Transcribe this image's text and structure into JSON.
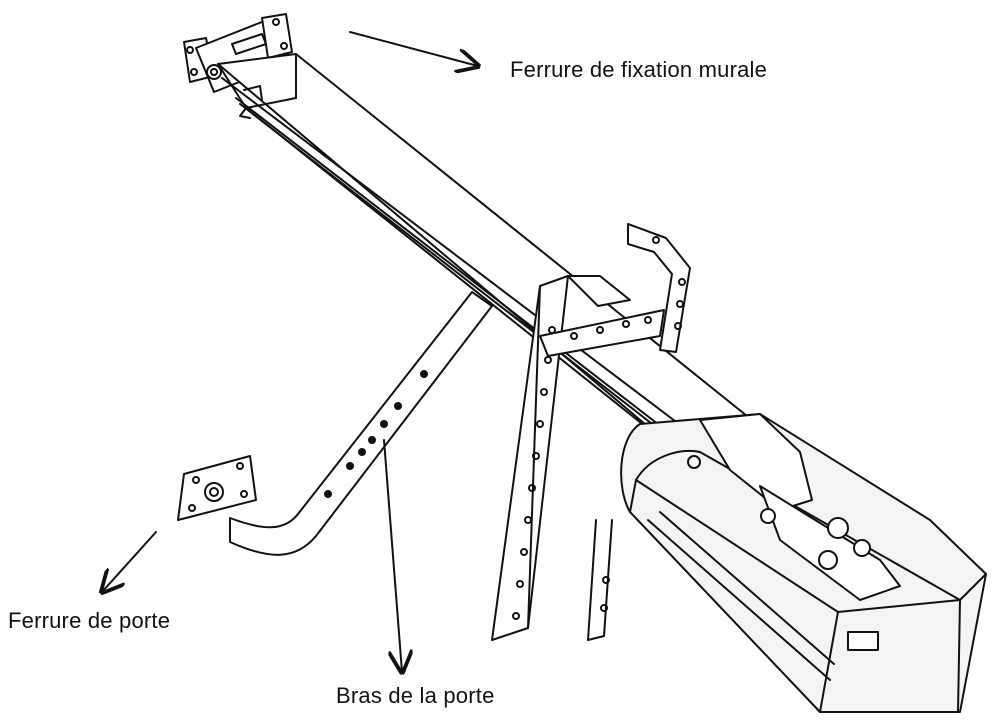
{
  "labels": {
    "wall_bracket": "Ferrure de fixation murale",
    "door_bracket": "Ferrure de porte",
    "door_arm": "Bras de la porte"
  },
  "colors": {
    "line": "#111111",
    "background": "#ffffff",
    "opener_fill": "#f4f4f4"
  },
  "icons": {
    "pointer": "arrow"
  }
}
